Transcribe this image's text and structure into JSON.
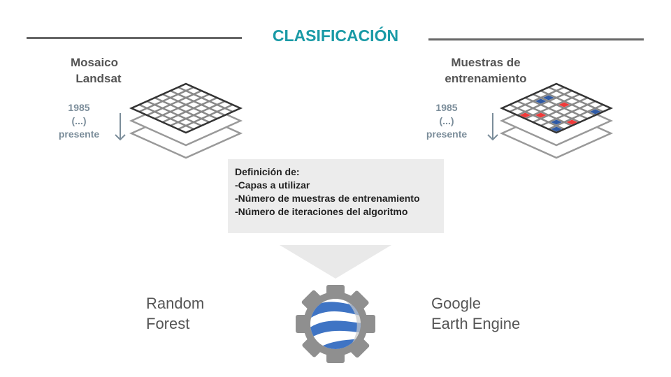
{
  "title": "CLASIFICACIÓN",
  "left": {
    "label_line1": "Mosaico",
    "label_line2": "Landsat",
    "years": [
      "1985",
      "(...)",
      "presente"
    ]
  },
  "right": {
    "label_line1": "Muestras de",
    "label_line2": "entrenamiento",
    "years": [
      "1985",
      "(...)",
      "presente"
    ]
  },
  "definition": {
    "heading": "Definición de:",
    "items": [
      "-Capas a utilizar",
      "-Número de muestras de entrenamiento",
      "-Número de iteraciones del algoritmo"
    ]
  },
  "algorithm": {
    "line1": "Random",
    "line2": "Forest"
  },
  "platform": {
    "line1": "Google",
    "line2": "Earth Engine"
  },
  "colors": {
    "accent": "#1a9aa6",
    "sample_red": "#f03a3a",
    "sample_blue": "#2f5aa5"
  }
}
